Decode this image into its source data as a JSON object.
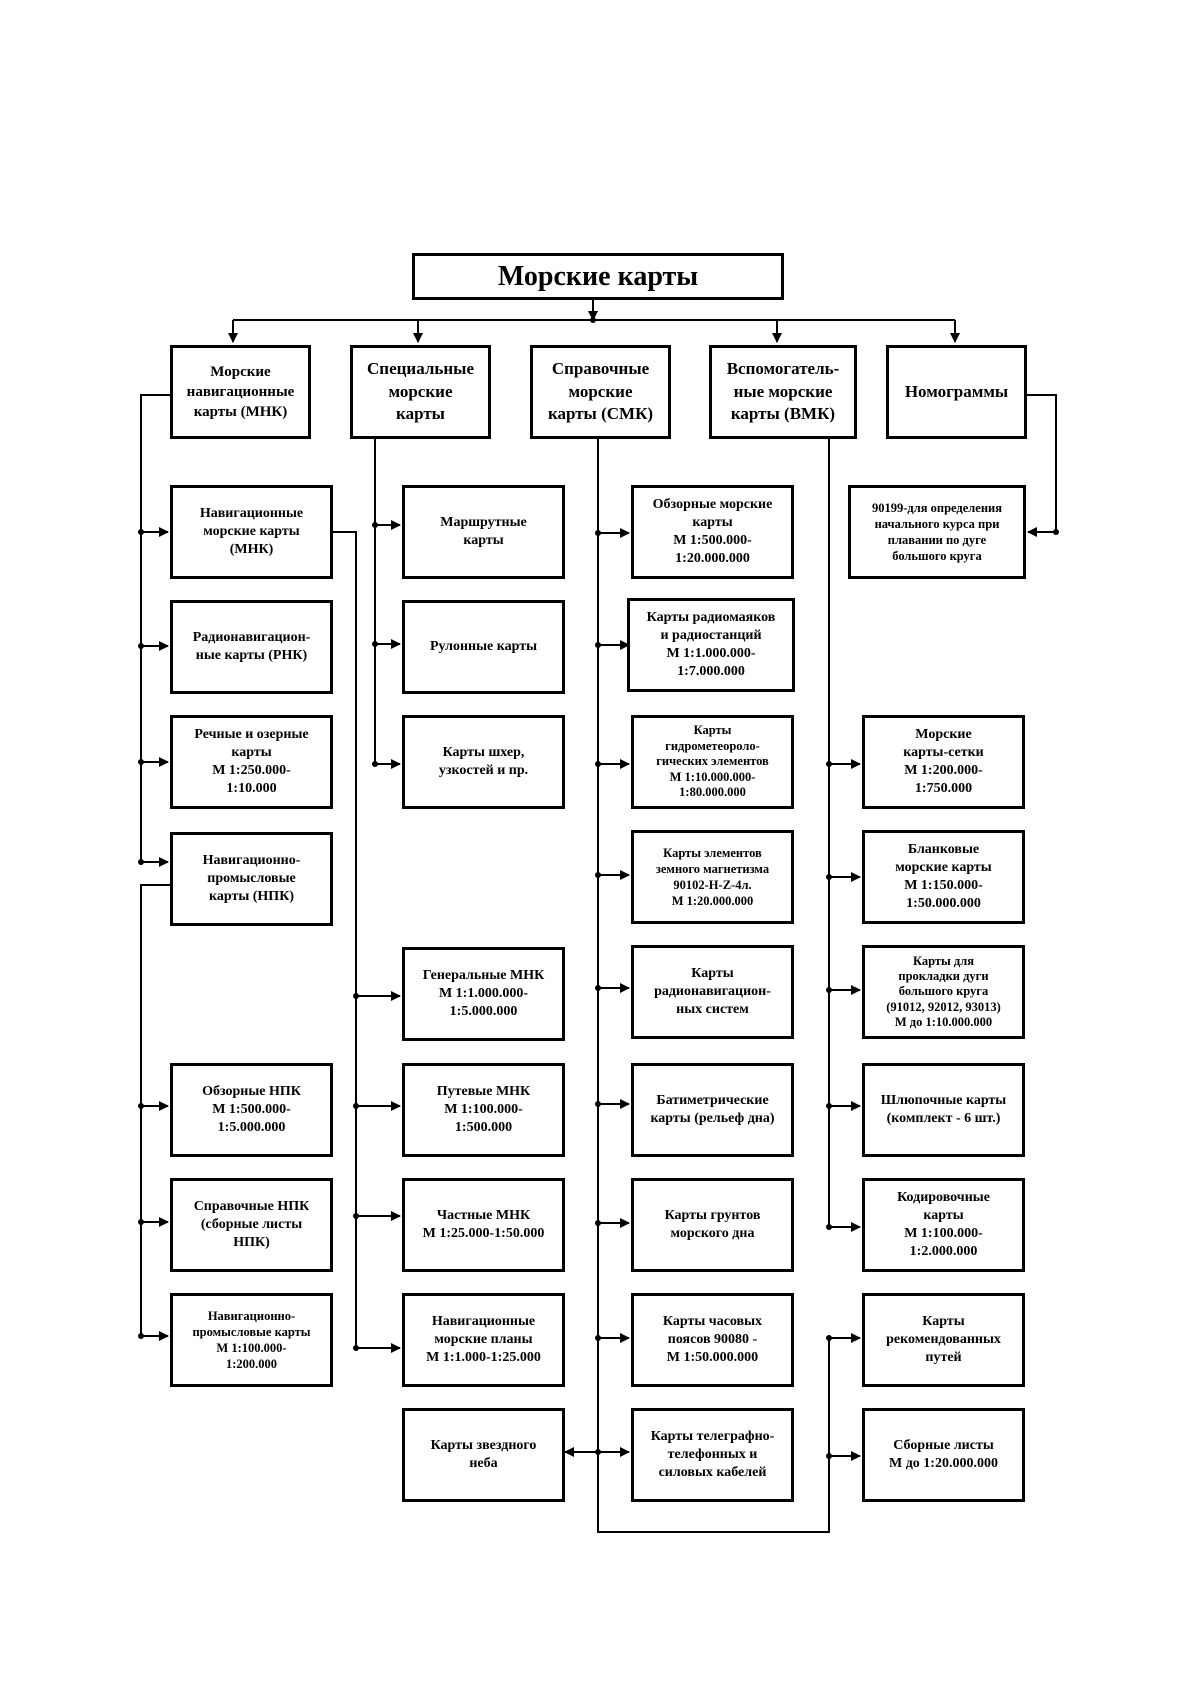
{
  "title": "Морские карты",
  "categories": {
    "mnk": "Морские\nнавигационные\nкарты (МНК)",
    "special": "Специальные\nморские\nкарты",
    "smk": "Справочные\nморские\nкарты (СМК)",
    "vmk": "Вспомогатель-\nные морские\nкарты (ВМК)",
    "nomo": "Номограммы"
  },
  "mnk_items": {
    "nav": "Навигационные\nморские карты\n(МНК)",
    "rnk": "Радионавигацион-\nные карты (РНК)",
    "river": "Речные и озерные\nкарты\nМ 1:250.000-\n1:10.000",
    "npk": "Навигационно-\nпромысловые\nкарты (НПК)",
    "npk_review": "Обзорные НПК\nМ 1:500.000-\n1:5.000.000",
    "npk_ref": "Справочные НПК\n(сборные листы\nНПК)",
    "npk_nav": "Навигационно-\nпромысловые карты\nМ 1:100.000-\n1:200.000"
  },
  "special_items": {
    "route": "Маршрутные\nкарты",
    "roll": "Рулонные карты",
    "skerry": "Карты шхер,\nузкостей и пр."
  },
  "nav_mnk_items": {
    "general": "Генеральные МНК\nМ 1:1.000.000-\n1:5.000.000",
    "track": "Путевые МНК\nМ 1:100.000-\n1:500.000",
    "private": "Частные МНК\nМ 1:25.000-1:50.000",
    "plans": "Навигационные\nморские планы\nМ 1:1.000-1:25.000"
  },
  "star": "Карты звездного\nнеба",
  "smk_items": {
    "review": "Обзорные морские\nкарты\nМ 1:500.000-\n1:20.000.000",
    "beacons": "Карты радиомаяков\nи радиостанций\nМ 1:1.000.000-\n1:7.000.000",
    "hydro": "Карты\nгидрометеороло-\nгических элементов\nМ 1:10.000.000-\n1:80.000.000",
    "magnet": "Карты элементов\nземного магнетизма\n90102-Н-Z-4л.\nМ 1:20.000.000",
    "radionav": "Карты\nрадионавигацион-\nных систем",
    "bathy": "Батиметрические\nкарты (рельеф дна)",
    "soils": "Карты грунтов\nморского дна",
    "timezones": "Карты часовых\nпоясов 90080 -\nМ 1:50.000.000",
    "cables": "Карты телеграфно-\nтелефонных и\nсиловых кабелей"
  },
  "nomo_item": "90199-для определения\nначального курса при\nплавании по дуге\nбольшого круга",
  "vmk_items": {
    "grid": "Морские\nкарты-сетки\nМ 1:200.000-\n1:750.000",
    "blank": "Бланковые\nморские карты\nМ 1:150.000-\n1:50.000.000",
    "great_circle": "Карты для\nпрокладки дуги\nбольшого круга\n(91012, 92012, 93013)\nМ до 1:10.000.000",
    "boat": "Шлюпочные карты\n(комплект - 6 шт.)",
    "coding": "Кодировочные\nкарты\nМ 1:100.000-\n1:2.000.000",
    "routes": "Карты\nрекомендованных\nпутей",
    "index": "Сборные листы\nМ до 1:20.000.000"
  }
}
